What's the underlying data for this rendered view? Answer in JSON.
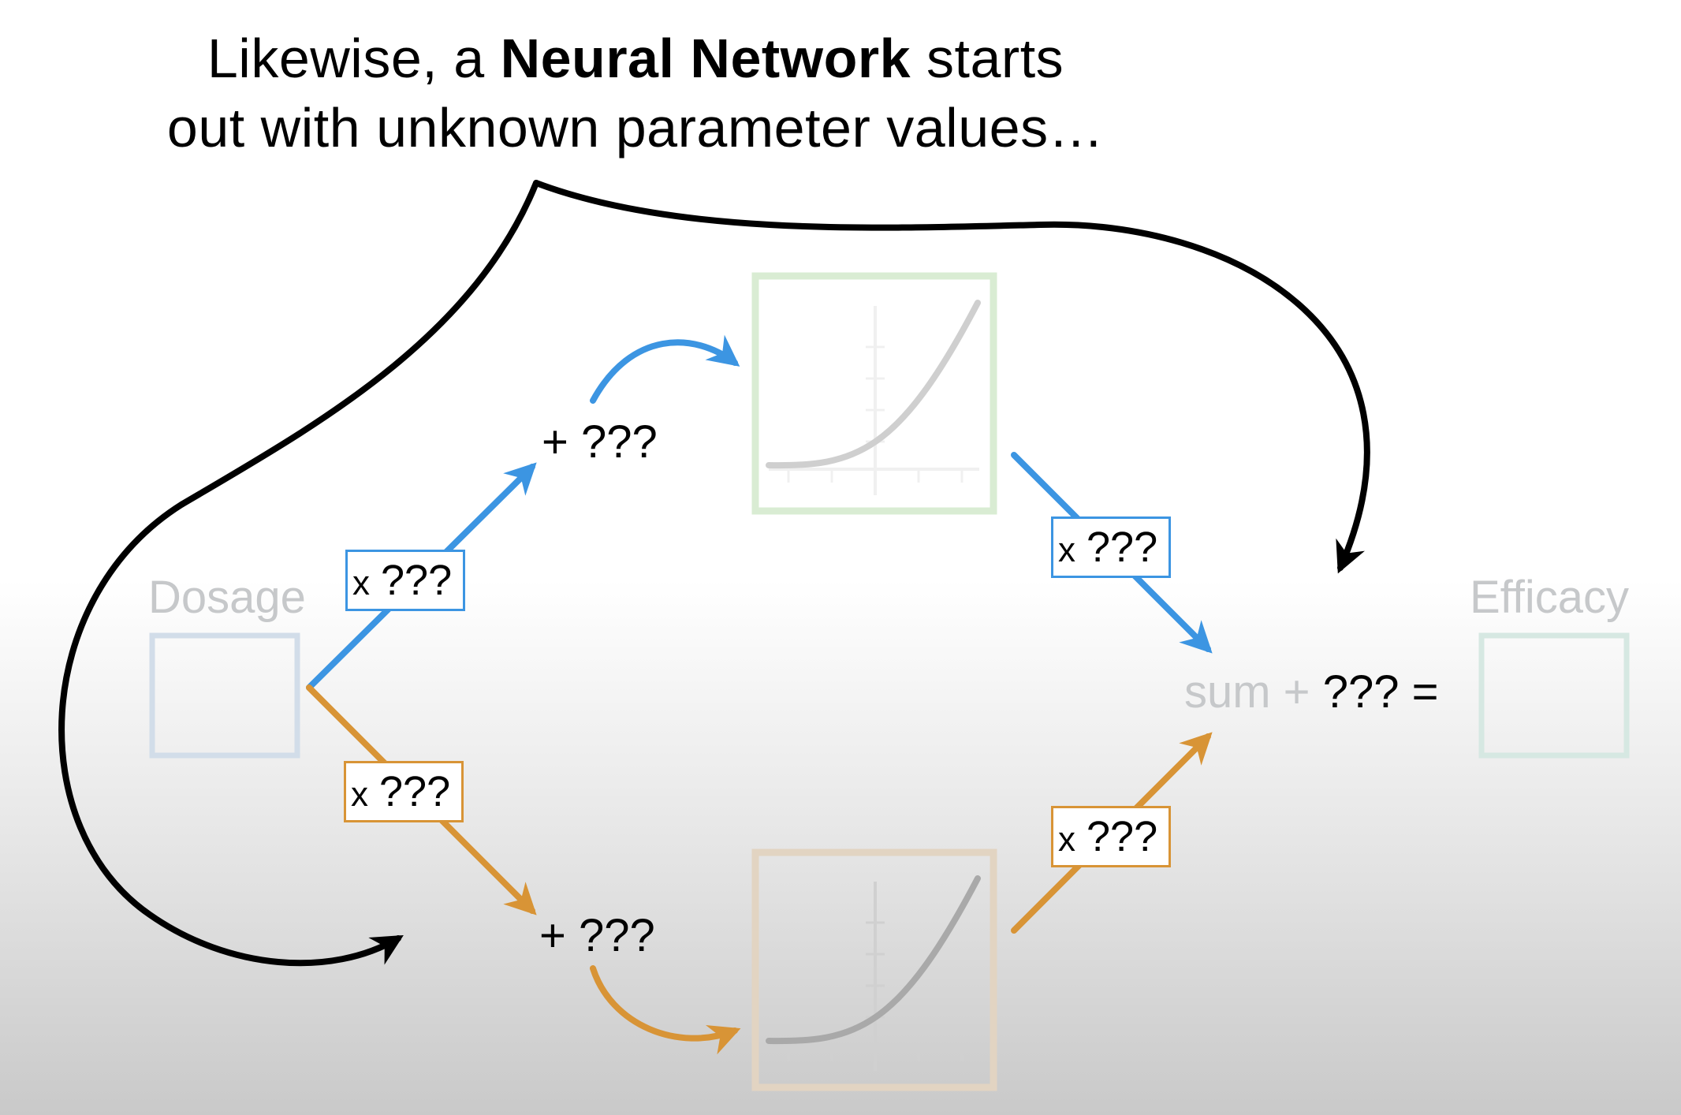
{
  "title": {
    "line1_pre": "Likewise, a ",
    "line1_bold": "Neural Network",
    "line1_post": " starts",
    "line2": "out with unknown parameter values…"
  },
  "labels": {
    "input": "Dosage",
    "output": "Efficacy",
    "bias_top": "+ ???",
    "bias_bottom": "+ ???",
    "sum_word": "sum +",
    "sum_value": "??? ="
  },
  "weights": {
    "w1": {
      "op": "x",
      "value": "???"
    },
    "w2": {
      "op": "x",
      "value": "???"
    },
    "w3": {
      "op": "x",
      "value": "???"
    },
    "w4": {
      "op": "x",
      "value": "???"
    }
  },
  "colors": {
    "top_path": "#3c95e2",
    "bottom_path": "#d89436",
    "pointer_arrow": "#000000",
    "faint_text": "#c6c8ca",
    "input_box": "#d2dde9",
    "output_box": "#d6e8e2",
    "top_node_box": "#d9ecd3",
    "bottom_node_box": "#e2d4c2"
  },
  "icons": {
    "top_node": "softplus-curve-icon",
    "bottom_node": "softplus-curve-icon"
  }
}
